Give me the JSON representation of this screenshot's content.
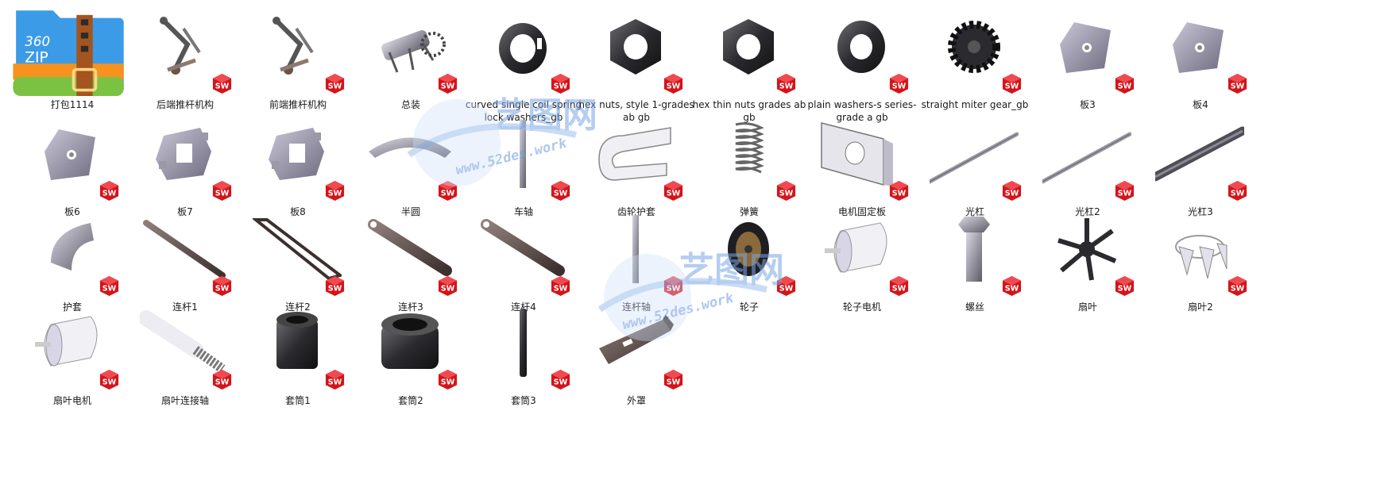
{
  "watermark": {
    "brand": "艺图网",
    "url": "www.52des.work"
  },
  "colors": {
    "sw_red": "#d4141a",
    "part_gray": "#8a8893",
    "part_dark": "#2b2b2f",
    "zip_blue": "#3c9be6"
  },
  "files": [
    {
      "name": "打包1114",
      "icon": "zip-archive-icon"
    },
    {
      "name": "后端推杆机构",
      "icon": "assembly-linkage"
    },
    {
      "name": "前端推杆机构",
      "icon": "assembly-linkage"
    },
    {
      "name": "总装",
      "icon": "assembly-full"
    },
    {
      "name": "curved single coil spring lock washers_gb",
      "icon": "lock-washer"
    },
    {
      "name": "hex nuts, style 1-grades ab gb",
      "icon": "hex-nut"
    },
    {
      "name": "hex thin nuts grades ab gb",
      "icon": "hex-nut"
    },
    {
      "name": "plain washers-s series-grade a gb",
      "icon": "washer"
    },
    {
      "name": "straight miter gear_gb",
      "icon": "gear"
    },
    {
      "name": "板3",
      "icon": "plate"
    },
    {
      "name": "板4",
      "icon": "plate"
    },
    {
      "name": "板6",
      "icon": "plate"
    },
    {
      "name": "板7",
      "icon": "plate-bracket"
    },
    {
      "name": "板8",
      "icon": "plate-bracket"
    },
    {
      "name": "半圆",
      "icon": "arc"
    },
    {
      "name": "车轴",
      "icon": "rod-vertical"
    },
    {
      "name": "齿轮护套",
      "icon": "cover-curl"
    },
    {
      "name": "弹簧",
      "icon": "spring"
    },
    {
      "name": "电机固定板",
      "icon": "motor-plate"
    },
    {
      "name": "光杠",
      "icon": "rod-diagonal"
    },
    {
      "name": "光杠2",
      "icon": "rod-diagonal"
    },
    {
      "name": "光杠3",
      "icon": "rod-thick"
    },
    {
      "name": "护套",
      "icon": "sleeve-arc"
    },
    {
      "name": "连杆1",
      "icon": "link-bar"
    },
    {
      "name": "连杆2",
      "icon": "link-frame"
    },
    {
      "name": "连杆3",
      "icon": "link-thick"
    },
    {
      "name": "连杆4",
      "icon": "link-thick"
    },
    {
      "name": "连杆轴",
      "icon": "rod-vertical"
    },
    {
      "name": "轮子",
      "icon": "wheel"
    },
    {
      "name": "轮子电机",
      "icon": "motor-cylinder"
    },
    {
      "name": "螺丝",
      "icon": "bolt"
    },
    {
      "name": "扇叶",
      "icon": "fan-blade"
    },
    {
      "name": "扇叶2",
      "icon": "fan-blade-light"
    },
    {
      "name": "扇叶电机",
      "icon": "motor-cylinder"
    },
    {
      "name": "扇叶连接轴",
      "icon": "shaft-threaded"
    },
    {
      "name": "套筒1",
      "icon": "tube"
    },
    {
      "name": "套筒2",
      "icon": "tube-wide"
    },
    {
      "name": "套筒3",
      "icon": "rod-vertical-dark"
    },
    {
      "name": "外罩",
      "icon": "housing"
    }
  ]
}
